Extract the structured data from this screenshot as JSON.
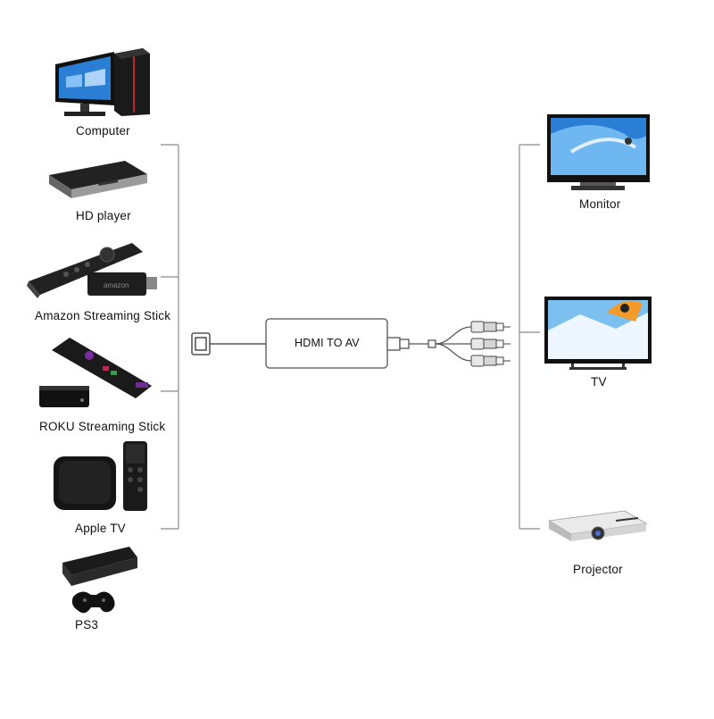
{
  "sources": [
    {
      "label": "Computer",
      "icon": "desktop-computer-icon"
    },
    {
      "label": "HD player",
      "icon": "hd-player-icon"
    },
    {
      "label": "Amazon Streaming Stick",
      "icon": "amazon-fire-stick-icon"
    },
    {
      "label": "ROKU Streaming Stick",
      "icon": "roku-streaming-stick-icon"
    },
    {
      "label": "Apple TV",
      "icon": "apple-tv-icon"
    },
    {
      "label": "PS3",
      "icon": "ps3-console-icon"
    }
  ],
  "converter": {
    "label": "HDMI TO AV"
  },
  "outputs": [
    {
      "label": "Monitor",
      "icon": "monitor-icon"
    },
    {
      "label": "TV",
      "icon": "tv-icon"
    },
    {
      "label": "Projector",
      "icon": "projector-icon"
    }
  ],
  "colors": {
    "bracket_line": "#8a8a8a",
    "device_dark": "#1a1a1a",
    "screen_blue": "#2a7fd4",
    "rca_white": "#e8e8e8"
  }
}
